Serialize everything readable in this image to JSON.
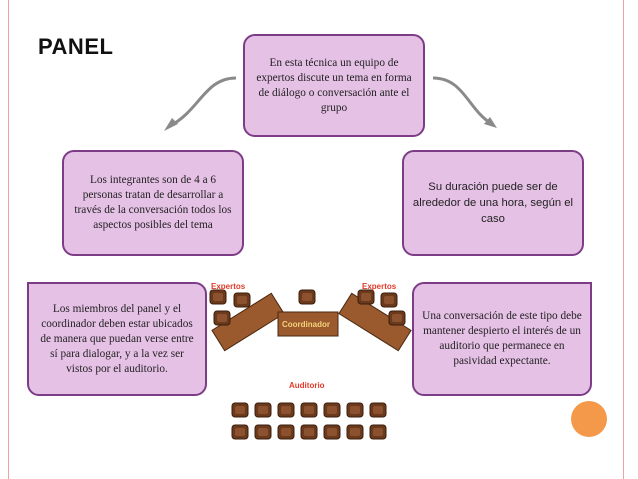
{
  "title": "PANEL",
  "boxes": {
    "center": "En esta técnica un equipo de expertos discute un tema en forma de diálogo o conversación ante el grupo",
    "left": "Los integrantes son  de 4 a 6 personas tratan de desarrollar a través de la conversación todos los aspectos posibles del tema",
    "right": "Su duración puede ser de alrededor de una hora, según el caso",
    "bottom_left": "Los miembros del panel y el coordinador deben estar ubicados de manera que puedan verse entre sí para dialogar, y a la vez ser vistos por el auditorio.",
    "bottom_right": "Una conversación de este tipo debe mantener despierto el interés de un auditorio que permanece en pasividad expectante."
  },
  "scene": {
    "label_experts_left": "Expertos",
    "label_experts_right": "Expertos",
    "label_coordinator": "Coordinador",
    "label_audience": "Auditorio"
  },
  "colors": {
    "box_fill": "#e6c1e6",
    "box_border": "#7c3d86",
    "table": "#9a5a2e",
    "chair": "#6b3a1c",
    "label_red": "#e23a2a",
    "accent_orange": "#f4984a"
  }
}
